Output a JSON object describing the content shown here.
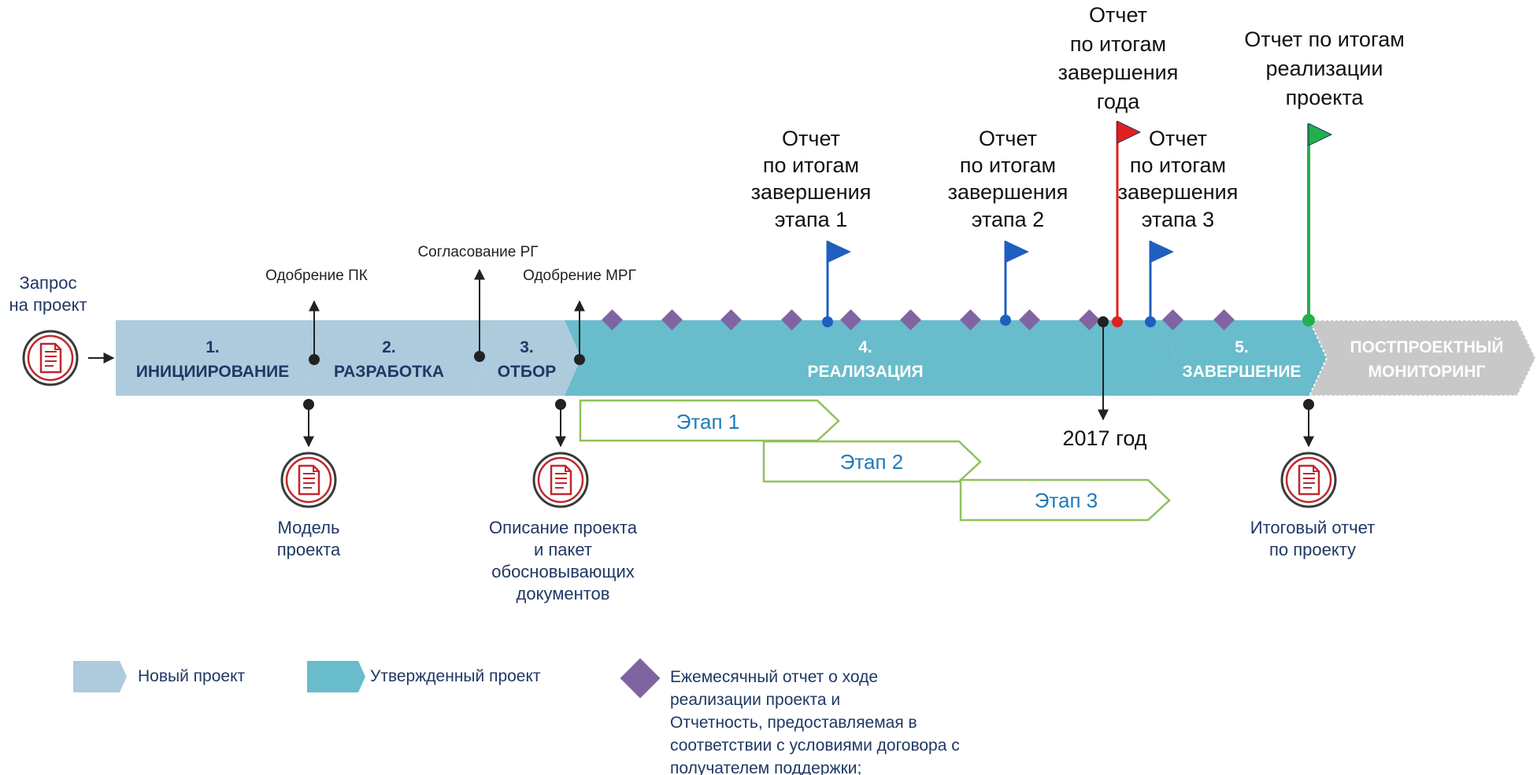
{
  "request": {
    "line1": "Запрос",
    "line2": "на проект"
  },
  "phases": [
    {
      "num": "1.",
      "name": "ИНИЦИИРОВАНИЕ"
    },
    {
      "num": "2.",
      "name": "РАЗРАБОТКА"
    },
    {
      "num": "3.",
      "name": "ОТБОР"
    },
    {
      "num": "4.",
      "name": "РЕАЛИЗАЦИЯ"
    },
    {
      "num": "5.",
      "name": "ЗАВЕРШЕНИЕ"
    },
    {
      "line1": "ПОСТПРОЕКТНЫЙ",
      "line2": "МОНИТОРИНГ"
    }
  ],
  "approvals": {
    "pk": "Одобрение  ПК",
    "rg": "Согласование  РГ",
    "mrg": "Одобрение МРГ"
  },
  "documents": {
    "model": {
      "line1": "Модель",
      "line2": "проекта"
    },
    "description": {
      "line1": "Описание проекта",
      "line2": "и пакет",
      "line3": "обосновывающих",
      "line4": "документов"
    },
    "final": {
      "line1": "Итоговый отчет",
      "line2": "по проекту"
    }
  },
  "flags": {
    "stage1": {
      "line1": "Отчет",
      "line2": "по итогам",
      "line3": "завершения",
      "line4": "этапа 1",
      "color": "#1f5fbf"
    },
    "stage2": {
      "line1": "Отчет",
      "line2": "по итогам",
      "line3": "завершения",
      "line4": "этапа 2",
      "color": "#1f5fbf"
    },
    "year": {
      "line1": "Отчет",
      "line2": "по итогам",
      "line3": "завершения",
      "line4": "года",
      "color": "#e02020"
    },
    "stage3": {
      "line1": "Отчет",
      "line2": "по итогам",
      "line3": "завершения",
      "line4": "этапа 3",
      "color": "#1f5fbf"
    },
    "project": {
      "line1": "Отчет по итогам",
      "line2": "реализации",
      "line3": "проекта",
      "color": "#22b04b"
    }
  },
  "year_marker": "2017 год",
  "stages": [
    "Этап 1",
    "Этап 2",
    "Этап 3"
  ],
  "legend": {
    "new_project": "Новый проект",
    "approved_project": "Утвержденный проект",
    "monthly_report": {
      "line1": " Ежемесячный отчет о ходе",
      "line2": "реализации проекта и",
      "line3": "Отчетность, предоставляемая в",
      "line4": "соответствии с условиями договора с",
      "line5": "получателем  поддержки;"
    }
  },
  "colors": {
    "new_project": "#adcbdc",
    "approved_project": "#68bccb",
    "monitoring": "#c8c8c8",
    "diamond": "#8064a2",
    "stage_border": "#8fc15a",
    "doc_icon": "#c0272d"
  }
}
